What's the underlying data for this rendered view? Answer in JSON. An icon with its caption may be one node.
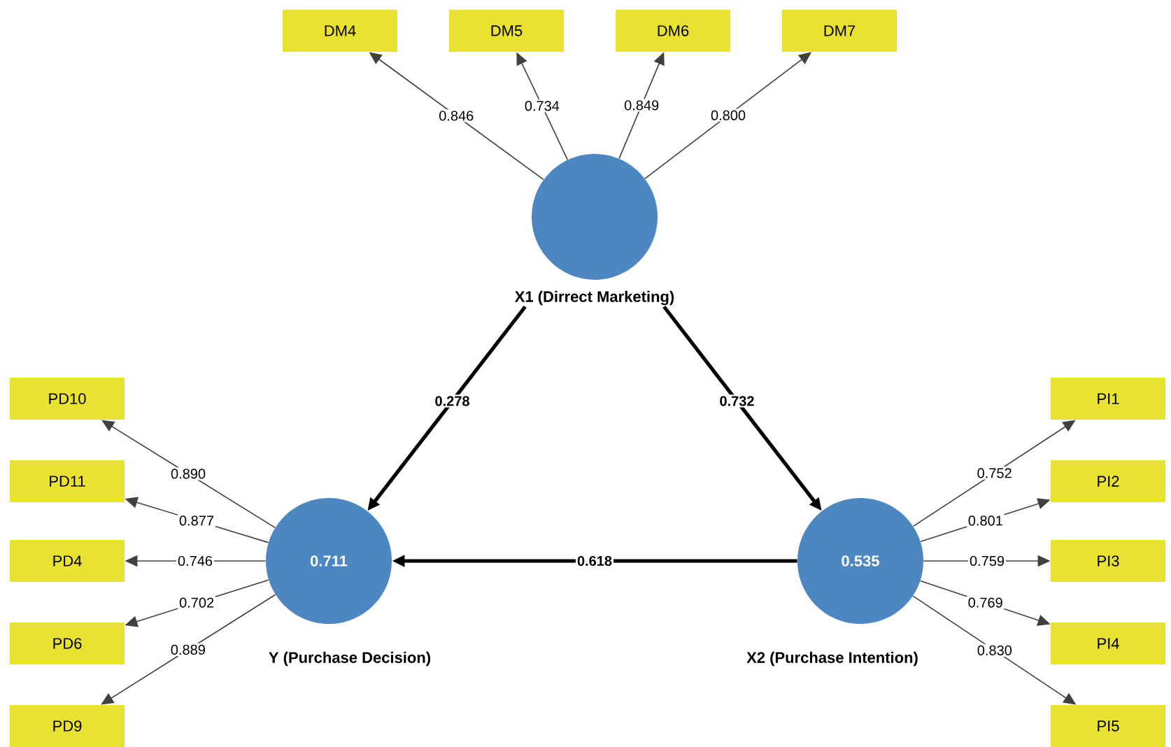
{
  "diagram": {
    "nodes": [
      {
        "text": [
          "DM4"
        ]
      },
      {
        "text": [
          "DM5"
        ]
      },
      {
        "text": [
          "DM6"
        ]
      },
      {
        "text": [
          "DM7"
        ]
      },
      {
        "text": [
          "X1 (Dirrect Marketing)"
        ]
      },
      {
        "text": [
          "0.711",
          "Y (Purchase Decision)"
        ]
      },
      {
        "text": [
          "0.535",
          "X2 (Purchase Intention)"
        ]
      },
      {
        "text": [
          "PD10"
        ]
      },
      {
        "text": [
          "PD11"
        ]
      },
      {
        "text": [
          "PD4"
        ]
      },
      {
        "text": [
          "PD6"
        ]
      },
      {
        "text": [
          "PD9"
        ]
      },
      {
        "text": [
          "PI1"
        ]
      },
      {
        "text": [
          "PI2"
        ]
      },
      {
        "text": [
          "PI3"
        ]
      },
      {
        "text": [
          "PI4"
        ]
      },
      {
        "text": [
          "PI5"
        ]
      }
    ],
    "edges": [
      {
        "from": 4,
        "to": 0,
        "arrow": "to",
        "label": "0.846"
      },
      {
        "from": 4,
        "to": 1,
        "arrow": "to",
        "label": "0.734"
      },
      {
        "from": 4,
        "to": 2,
        "arrow": "to",
        "label": "0.849"
      },
      {
        "from": 4,
        "to": 3,
        "arrow": "to",
        "label": "0.800"
      },
      {
        "from": 4,
        "to": 5,
        "arrow": "to",
        "label": "0.278",
        "style": "thick"
      },
      {
        "from": 4,
        "to": 6,
        "arrow": "to",
        "label": "0.732",
        "style": "thick"
      },
      {
        "from": 6,
        "to": 5,
        "arrow": "to",
        "label": "0.618",
        "style": "thick"
      },
      {
        "from": 5,
        "to": 7,
        "arrow": "to",
        "label": "0.890"
      },
      {
        "from": 5,
        "to": 8,
        "arrow": "to",
        "label": "0.877"
      },
      {
        "from": 5,
        "to": 9,
        "arrow": "to",
        "label": "0.746"
      },
      {
        "from": 5,
        "to": 10,
        "arrow": "to",
        "label": "0.702"
      },
      {
        "from": 5,
        "to": 11,
        "arrow": "to",
        "label": "0.889"
      },
      {
        "from": 6,
        "to": 12,
        "arrow": "to",
        "label": "0.752"
      },
      {
        "from": 6,
        "to": 13,
        "arrow": "to",
        "label": "0.801"
      },
      {
        "from": 6,
        "to": 14,
        "arrow": "to",
        "label": "0.759"
      },
      {
        "from": 6,
        "to": 15,
        "arrow": "to",
        "label": "0.769"
      },
      {
        "from": 6,
        "to": 16,
        "arrow": "to",
        "label": "0.830"
      }
    ]
  }
}
